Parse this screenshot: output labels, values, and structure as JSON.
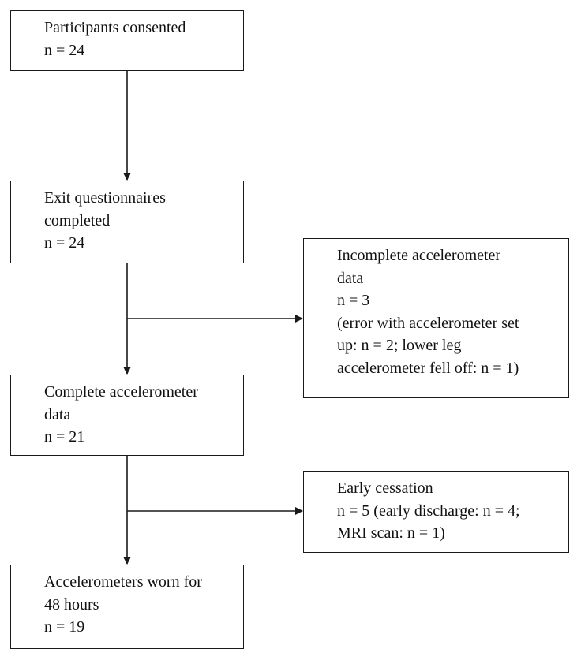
{
  "boxes": {
    "consented": {
      "lines": [
        "Participants consented",
        "n = 24"
      ]
    },
    "exit_questionnaires": {
      "lines": [
        "Exit questionnaires",
        "completed",
        "n = 24"
      ]
    },
    "incomplete_accelerometer": {
      "lines": [
        "Incomplete accelerometer",
        "data",
        "n = 3",
        "(error with accelerometer set",
        "up: n = 2; lower leg",
        "accelerometer fell off: n = 1)"
      ]
    },
    "complete_accelerometer": {
      "lines": [
        "Complete accelerometer",
        "data",
        "n = 21"
      ]
    },
    "early_cessation": {
      "lines": [
        "Early cessation",
        "n = 5 (early discharge: n = 4;",
        "MRI scan: n = 1)"
      ]
    },
    "worn_48_hours": {
      "lines": [
        "Accelerometers worn for",
        "48 hours",
        "n = 19"
      ]
    }
  },
  "colors": {
    "line": "#1a1a1a",
    "background": "#ffffff"
  }
}
